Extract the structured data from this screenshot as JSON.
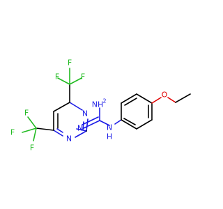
{
  "molecule": {
    "atoms": {
      "f_top_left": "F",
      "f_top_right": "F",
      "f_top_bottom": "F",
      "f_bot_top": "F",
      "f_bot_left": "F",
      "f_bot_bottom": "F",
      "n_ring_upper": "N",
      "n_ring_lower": "N",
      "n_imine": "N",
      "nh2": "NH",
      "nh2_sub": "2",
      "nh": "N",
      "nh_h": "H",
      "o_ether": "O"
    },
    "colors": {
      "carbon_bond": "#000000",
      "nitrogen": "#1a1ae6",
      "oxygen": "#e00000",
      "fluorine": "#22bb22"
    }
  }
}
